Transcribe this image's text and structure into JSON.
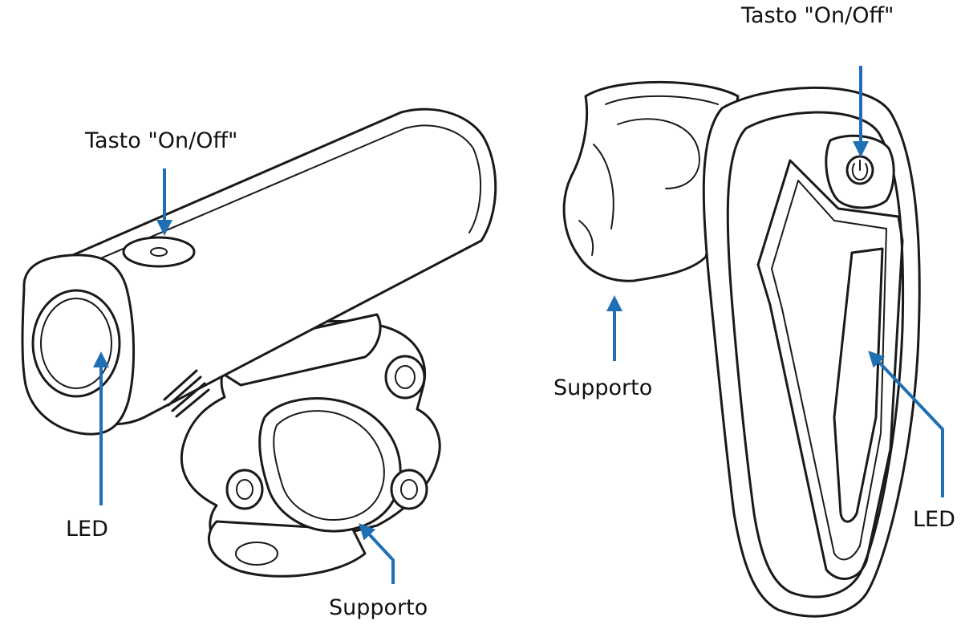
{
  "front_light": {
    "button_label": "Tasto \"On/Off\"",
    "led_label": "LED",
    "mount_label": "Supporto"
  },
  "rear_light": {
    "button_label": "Tasto \"On/Off\"",
    "led_label": "LED",
    "mount_label": "Supporto"
  },
  "colors": {
    "arrow": "#1f6fb5",
    "line_art": "#1a1a1a",
    "background": "#ffffff"
  }
}
